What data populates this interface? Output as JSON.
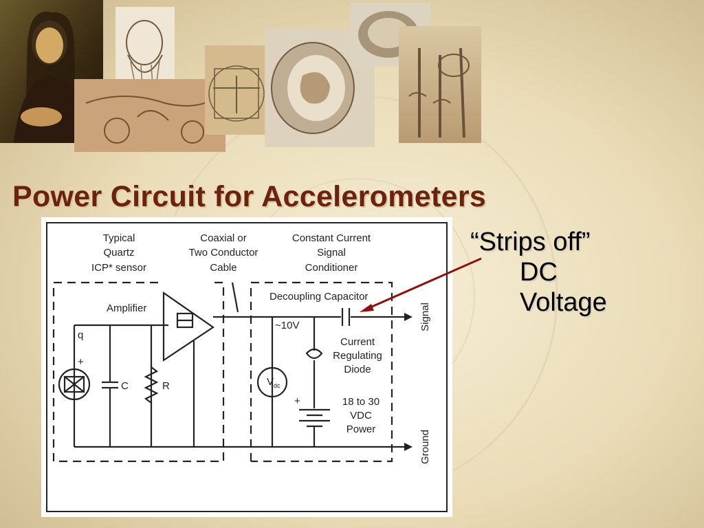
{
  "slide": {
    "title": "Power Circuit for Accelerometers",
    "callout": {
      "line1": "“Strips off”",
      "line2": "DC",
      "line3": "Voltage"
    }
  },
  "diagram": {
    "header_sensor": [
      "Typical",
      "Quartz",
      "ICP* sensor"
    ],
    "header_cable": [
      "Coaxial or",
      "Two Conductor",
      "Cable"
    ],
    "header_conditioner": [
      "Constant Current",
      "Signal",
      "Conditioner"
    ],
    "amplifier_label": "Amplifier",
    "decoupling_label": "Decoupling Capacitor",
    "q_label": "q",
    "c_label": "C",
    "r_label": "R",
    "voltage_label": "~10V",
    "vdc_meter_label": "V",
    "vdc_meter_sub": "dc",
    "diode_label": [
      "Current",
      "Regulating",
      "Diode"
    ],
    "power_label": [
      "18 to 30",
      "VDC",
      "Power"
    ],
    "signal_label": "Signal",
    "ground_label": "Ground",
    "plus_sign": "+"
  },
  "colors": {
    "title": "#6b2310",
    "arrow": "#8b1010",
    "parchment": "#efe3c2"
  }
}
